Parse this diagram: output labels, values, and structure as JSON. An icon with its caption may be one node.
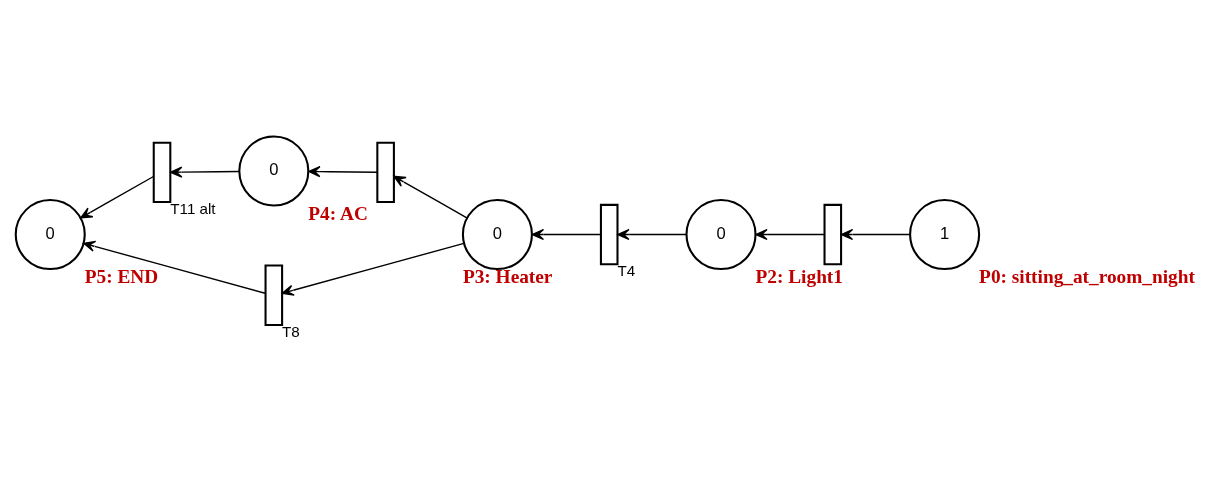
{
  "diagram": {
    "nodes": [
      {
        "text": [
          "0"
        ],
        "beside": [
          "P4: AC"
        ]
      },
      {
        "text": [],
        "shape": "bar",
        "beside": [
          "T11 alt"
        ]
      },
      {
        "text": [],
        "shape": "bar"
      },
      {
        "text": [
          "1"
        ],
        "beside": [
          "P0: sitting_at_room_night"
        ]
      },
      {
        "text": [],
        "shape": "bar"
      },
      {
        "text": [
          "0"
        ],
        "beside": [
          "P2: Light1"
        ]
      },
      {
        "text": [],
        "shape": "bar",
        "beside": [
          "T4"
        ]
      },
      {
        "text": [
          "0"
        ],
        "beside": [
          "P3: Heater"
        ]
      },
      {
        "text": [],
        "shape": "bar",
        "beside": [
          "T8"
        ]
      },
      {
        "text": [
          "0"
        ],
        "beside": [
          "P5: END"
        ]
      }
    ],
    "edges": [
      {
        "from": 3,
        "to": 4,
        "arrow": "to"
      },
      {
        "from": 4,
        "to": 5,
        "arrow": "to"
      },
      {
        "from": 5,
        "to": 6,
        "arrow": "to"
      },
      {
        "from": 6,
        "to": 7,
        "arrow": "to"
      },
      {
        "from": 7,
        "to": 8,
        "arrow": "to"
      },
      {
        "from": 8,
        "to": 9,
        "arrow": "to"
      },
      {
        "from": 7,
        "to": 2,
        "arrow": "to"
      },
      {
        "from": 2,
        "to": 0,
        "arrow": "to"
      },
      {
        "from": 0,
        "to": 1,
        "arrow": "to"
      },
      {
        "from": 1,
        "to": 9,
        "arrow": "to"
      }
    ]
  }
}
